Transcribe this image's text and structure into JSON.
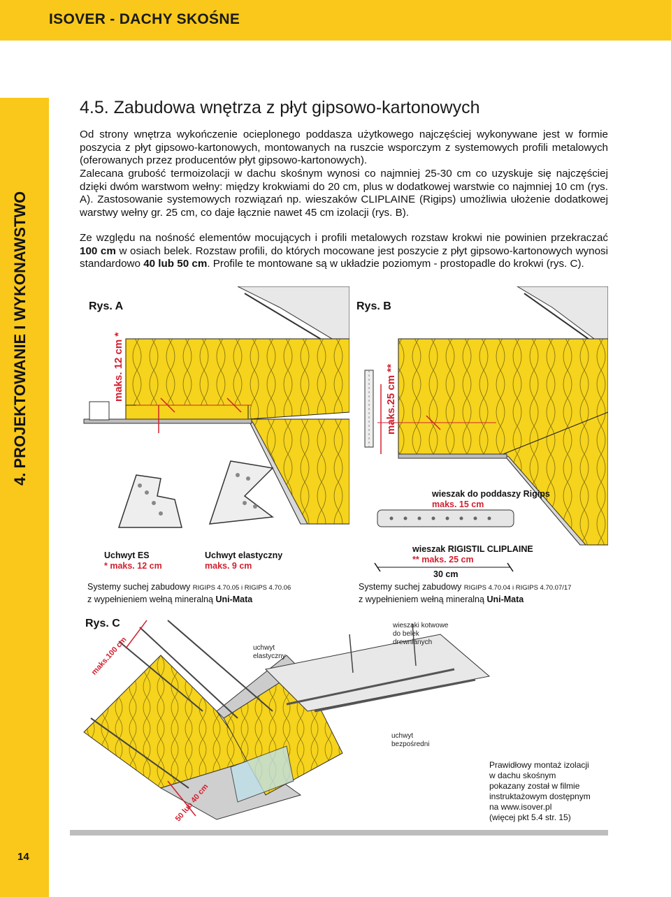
{
  "header": {
    "title": "ISOVER - DACHY SKOŚNE"
  },
  "sidebar": {
    "label": "4. PROJEKTOWANIE I WYKONAWSTWO"
  },
  "page_number": "14",
  "section_heading": "4.5. Zabudowa wnętrza z płyt gipsowo-kartonowych",
  "paragraphs": {
    "p1": "Od strony wnętrza wykończenie ocieplonego poddasza użytkowego najczęściej wykonywane jest w formie poszycia z płyt gipsowo-kartonowych, montowanych na ruszcie wsporczym z systemowych profili metalowych (oferowanych przez producentów płyt gipsowo-kartonowych).",
    "p2": "Zalecana grubość termoizolacji w dachu skośnym wynosi co najmniej 25-30 cm co uzyskuje się najczęściej dzięki dwóm warstwom wełny: między krokwiami do 20 cm, plus w dodatkowej warstwie co najmniej 10 cm (rys. A). Zastosowanie systemowych rozwiązań np. wieszaków CLIPLAINE (Rigips) umożliwia ułożenie dodatkowej warstwy wełny gr. 25 cm, co daje łącznie nawet 45 cm izolacji (rys. B).",
    "p3_a": "Ze względu na nośność elementów mocujących i profili metalowych rozstaw krokwi nie powinien przekraczać ",
    "p3_b": "100 cm",
    "p3_c": " w osiach belek. Rozstaw profili, do których mocowane jest poszycie z płyt gipsowo-kartonowych wynosi standardowo ",
    "p3_d": "40 lub 50 cm",
    "p3_e": ". Profile te montowane są w układzie poziomym - prostopadle do krokwi (rys. C)."
  },
  "figA": {
    "title": "Rys. A",
    "dim": "maks. 12 cm *",
    "label1_title": "Uchwyt ES",
    "label1_value": "* maks. 12 cm",
    "label2_title": "Uchwyt elastyczny",
    "label2_value": "maks. 9 cm",
    "caption1_a": "Systemy suchej zabudowy ",
    "caption1_b": "RIGIPS 4.70.05",
    "caption1_c": " i ",
    "caption1_d": "RIGIPS 4.70.06",
    "caption2_a": "z wypełnieniem wełną mineralną ",
    "caption2_b": "Uni-Mata"
  },
  "figB": {
    "title": "Rys. B",
    "dim": "maks.25 cm **",
    "hanger_title": "wieszak do poddaszy Rigips",
    "hanger_value": "maks. 15 cm",
    "clip_title": "wieszak RIGISTIL CLIPLAINE",
    "clip_value": "** maks. 25 cm",
    "spacing": "30 cm",
    "caption1_a": "Systemy suchej zabudowy ",
    "caption1_b": "RIGIPS 4.70.04",
    "caption1_c": " i ",
    "caption1_d": "RIGIPS 4.70.07/17",
    "caption2_a": "z wypełnieniem wełną mineralną ",
    "caption2_b": "Uni-Mata"
  },
  "figC": {
    "title": "Rys. C",
    "dim_top": "maks.100 cm",
    "dim_bottom": "50 lub 40 cm",
    "lbl_elastic": "uchwyt elastyczny",
    "lbl_anchor": "wieszaki kotwowe do belek drewnianych",
    "lbl_direct": "uchwyt bezpośredni"
  },
  "note": {
    "lines": [
      "Prawidłowy montaż izolacji",
      "w dachu skośnym",
      "pokazany został w filmie",
      "instruktażowym dostępnym",
      "na www.isover.pl",
      "(więcej pkt 5.4 str. 15)"
    ]
  },
  "colors": {
    "accent": "#f9c81a",
    "dim_red": "#d2202f",
    "wool": "#f6d31c"
  }
}
